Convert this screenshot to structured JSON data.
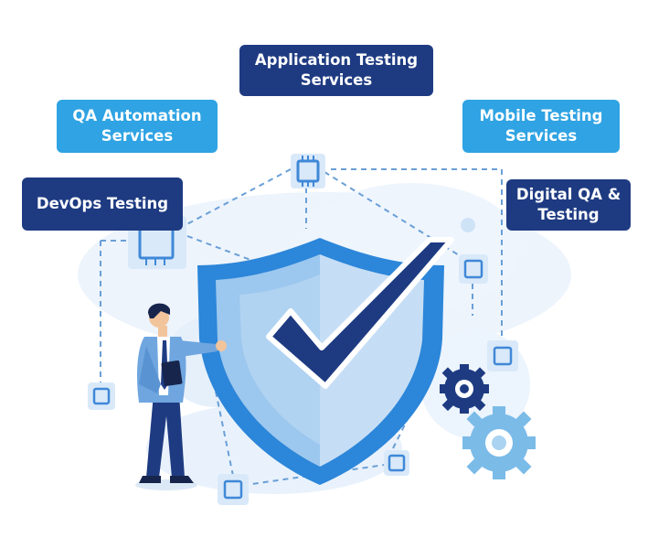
{
  "labels": {
    "application_testing": "Application Testing\nServices",
    "qa_automation": "QA Automation\nServices",
    "mobile_testing": "Mobile Testing\nServices",
    "devops_testing": "DevOps Testing",
    "digital_qa": "Digital QA &\nTesting"
  },
  "colors": {
    "dark_box": "#1e3b82",
    "light_box": "#2fa3e3",
    "shield_outer": "#2c86d9",
    "shield_inner_left": "#9cc7ee",
    "shield_inner_right": "#c6def5",
    "checkmark": "#1e3b82",
    "dotted_line": "#6a9fd6",
    "chip": "#3f88d8",
    "gear_dark": "#1e3b82",
    "gear_light": "#7bbbe8"
  },
  "icons": [
    "shield-icon",
    "checkmark-icon",
    "chip-icon",
    "gear-icon",
    "person-figure"
  ]
}
